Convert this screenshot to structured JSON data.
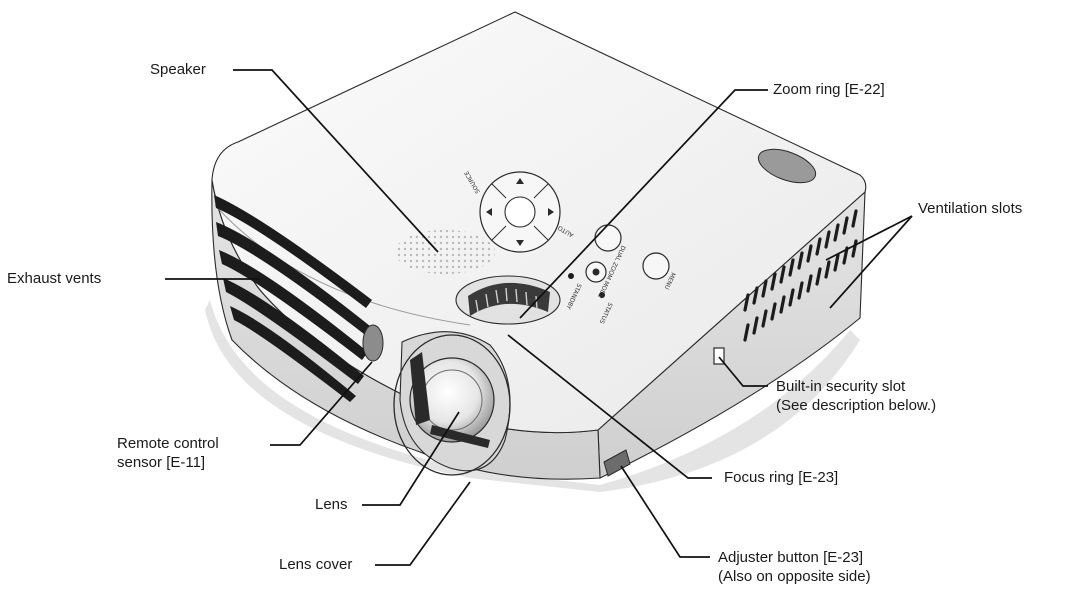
{
  "callouts": {
    "speaker": "Speaker",
    "zoom_ring": "Zoom ring [E-22]",
    "ventilation_slots": "Ventilation slots",
    "exhaust_vents": "Exhaust vents",
    "security_slot": [
      "Built-in security slot",
      "(See description below.)"
    ],
    "remote_sensor": [
      "Remote control",
      "sensor [E-11]"
    ],
    "focus_ring": "Focus ring [E-23]",
    "lens": "Lens",
    "lens_cover": "Lens cover",
    "adjuster_button": [
      "Adjuster button [E-23]",
      "(Also on opposite side)"
    ]
  },
  "panel": {
    "auto": "AUTO",
    "source": "SOURCE",
    "menu": "MENU",
    "standby": "STANDBY",
    "status": "STATUS",
    "dual_zoom": "DUAL ZOOM MODE"
  },
  "colors": {
    "body": "#f2f2f2",
    "outline": "#2a2a2a",
    "vent": "#1c1c1c",
    "leader": "#111111"
  }
}
